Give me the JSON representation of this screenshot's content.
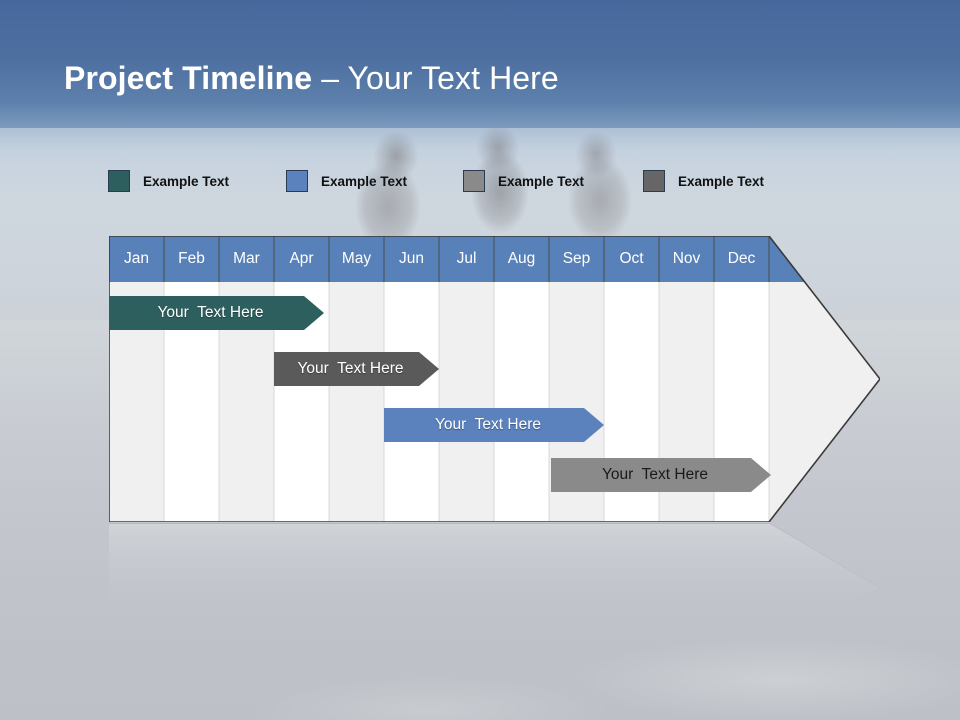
{
  "slide": {
    "title_bold": "Project Timeline",
    "title_rest": " – Your Text Here"
  },
  "colors": {
    "title_band": "#4d6fa0",
    "header_blue": "#5781b8",
    "teal": "#2d5f5e",
    "blue": "#5b82bd",
    "gray_light": "#8a8a8a",
    "gray_dark": "#5a5a5a",
    "col_alt": "#f0f0f0",
    "col_base": "#ffffff",
    "border": "#3a3a3a"
  },
  "legend": {
    "items": [
      {
        "label": "Example Text",
        "color": "#2d5f5e",
        "name": "legend-swatch-teal"
      },
      {
        "label": "Example Text",
        "color": "#5b82bd",
        "name": "legend-swatch-blue"
      },
      {
        "label": "Example Text",
        "color": "#8a8a8a",
        "name": "legend-swatch-gray-light"
      },
      {
        "label": "Example Text",
        "color": "#666666",
        "name": "legend-swatch-gray-dark"
      }
    ]
  },
  "chart_data": {
    "type": "bar",
    "title": "Project Timeline – Your Text Here",
    "xlabel": "",
    "ylabel": "",
    "categories": [
      "Jan",
      "Feb",
      "Mar",
      "Apr",
      "May",
      "Jun",
      "Jul",
      "Aug",
      "Sep",
      "Oct",
      "Nov",
      "Dec"
    ],
    "grid": true,
    "legend_position": "top",
    "series": [
      {
        "name": "Your  Text Here",
        "color": "#2d5f5e",
        "start_month": "Jan",
        "end_month": "Apr",
        "start_index": 0,
        "end_index": 3.9,
        "row": 1,
        "text_color": "#ffffff"
      },
      {
        "name": "Your  Text Here",
        "color": "#5a5a5a",
        "start_month": "Apr",
        "end_month": "Jun",
        "start_index": 3.0,
        "end_index": 6.0,
        "row": 2,
        "text_color": "#ffffff"
      },
      {
        "name": "Your  Text Here",
        "color": "#5b82bd",
        "start_month": "Jun",
        "end_month": "Sep",
        "start_index": 5.0,
        "end_index": 9.0,
        "row": 3,
        "text_color": "#ffffff"
      },
      {
        "name": "Your  Text Here",
        "color": "#8a8a8a",
        "start_month": "Sep",
        "end_month": "Dec",
        "start_index": 8.0,
        "end_index": 12.0,
        "row": 4,
        "text_color": "#1a1a1a"
      }
    ]
  },
  "months": [
    {
      "label": "Jan"
    },
    {
      "label": "Feb"
    },
    {
      "label": "Mar"
    },
    {
      "label": "Apr"
    },
    {
      "label": "May"
    },
    {
      "label": "Jun"
    },
    {
      "label": "Jul"
    },
    {
      "label": "Aug"
    },
    {
      "label": "Sep"
    },
    {
      "label": "Oct"
    },
    {
      "label": "Nov"
    },
    {
      "label": "Dec"
    }
  ],
  "bars": [
    {
      "text": "Your  Text Here"
    },
    {
      "text": "Your  Text Here"
    },
    {
      "text": "Your  Text Here"
    },
    {
      "text": "Your  Text Here"
    }
  ]
}
